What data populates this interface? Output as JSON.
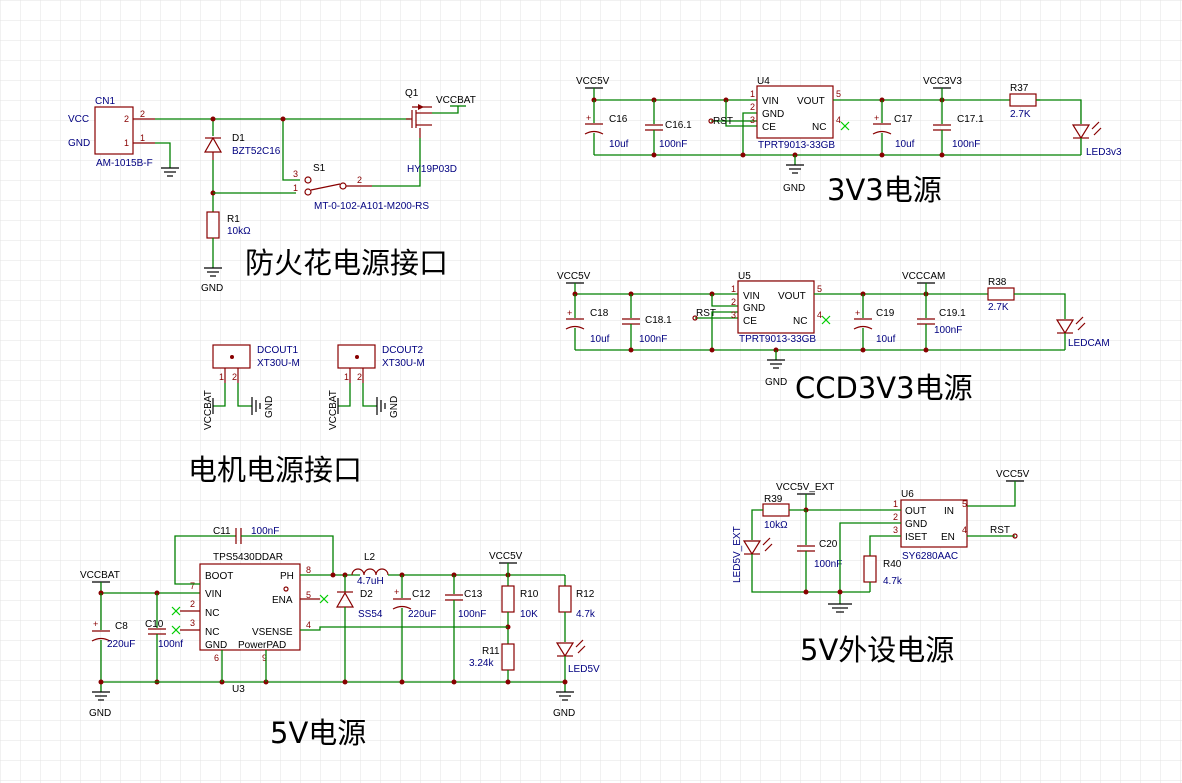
{
  "titles": {
    "spark": "防火花电源接口",
    "motor": "电机电源接口",
    "v5": "5V电源",
    "v33": "3V3电源",
    "ccd": "CCD3V3电源",
    "ext": "5V外设电源"
  },
  "cn1": {
    "ref": "CN1",
    "part": "AM-1015B-F",
    "vcc": "VCC",
    "gnd": "GND",
    "p2": "2",
    "p1": "1"
  },
  "d1": {
    "ref": "D1",
    "part": "BZT52C16"
  },
  "q1": {
    "ref": "Q1",
    "part": "HY19P03D"
  },
  "s1": {
    "ref": "S1",
    "part": "MT-0-102-A101-M200-RS",
    "p3": "3",
    "p1": "1",
    "p2": "2"
  },
  "r1": {
    "ref": "R1",
    "val": "10kΩ"
  },
  "dcout1": {
    "ref": "DCOUT1",
    "part": "XT30U-M"
  },
  "dcout2": {
    "ref": "DCOUT2",
    "part": "XT30U-M"
  },
  "u3": {
    "ref": "U3",
    "part": "TPS5430DDAR",
    "boot": "BOOT",
    "vin": "VIN",
    "nc1": "NC",
    "nc2": "NC",
    "gnd": "GND",
    "ph": "PH",
    "ena": "ENA",
    "vsense": "VSENSE",
    "pad": "PowerPAD",
    "p7": "7",
    "p2": "2",
    "p3": "3",
    "p6": "6",
    "p8": "8",
    "p5": "5",
    "p4": "4",
    "p9": "9"
  },
  "c11": {
    "ref": "C11",
    "val": "100nF"
  },
  "c8": {
    "ref": "C8",
    "val": "220uF"
  },
  "c10": {
    "ref": "C10",
    "val": "100nf"
  },
  "l2": {
    "ref": "L2",
    "val": "4.7uH"
  },
  "d2": {
    "ref": "D2",
    "part": "SS54"
  },
  "c12": {
    "ref": "C12",
    "val": "220uF"
  },
  "c13": {
    "ref": "C13",
    "val": "100nF"
  },
  "r10": {
    "ref": "R10",
    "val": "10K"
  },
  "r11": {
    "ref": "R11",
    "val": "3.24k"
  },
  "r12": {
    "ref": "R12",
    "val": "4.7k"
  },
  "led5v": "LED5V",
  "u4": {
    "ref": "U4",
    "part": "TPRT9013-33GB",
    "vin": "VIN",
    "gnd": "GND",
    "ce": "CE",
    "vout": "VOUT",
    "nc": "NC",
    "p1": "1",
    "p2": "2",
    "p3": "3",
    "p4": "4",
    "p5": "5"
  },
  "c16": {
    "ref": "C16",
    "val": "10uf"
  },
  "c161": {
    "ref": "C16.1",
    "val": "100nF"
  },
  "c17": {
    "ref": "C17",
    "val": "10uf"
  },
  "c171": {
    "ref": "C17.1",
    "val": "100nF"
  },
  "r37": {
    "ref": "R37",
    "val": "2.7K"
  },
  "led3v3": "LED3v3",
  "u5": {
    "ref": "U5",
    "part": "TPRT9013-33GB",
    "vin": "VIN",
    "gnd": "GND",
    "ce": "CE",
    "vout": "VOUT",
    "nc": "NC",
    "p1": "1",
    "p2": "2",
    "p3": "3",
    "p4": "4",
    "p5": "5"
  },
  "c18": {
    "ref": "C18",
    "val": "10uf"
  },
  "c181": {
    "ref": "C18.1",
    "val": "100nF"
  },
  "c19": {
    "ref": "C19",
    "val": "10uf"
  },
  "c191": {
    "ref": "C19.1",
    "val": "100nF"
  },
  "r38": {
    "ref": "R38",
    "val": "2.7K"
  },
  "ledcam": "LEDCAM",
  "u6": {
    "ref": "U6",
    "part": "SY6280AAC",
    "out": "OUT",
    "gnd": "GND",
    "iset": "ISET",
    "in": "IN",
    "en": "EN",
    "p1": "1",
    "p2": "2",
    "p3": "3",
    "p4": "4",
    "p5": "5"
  },
  "r39": {
    "ref": "R39",
    "val": "10kΩ"
  },
  "c20": {
    "ref": "C20",
    "val": "100nF"
  },
  "r40": {
    "ref": "R40",
    "val": "4.7k"
  },
  "led5vext": "LED5V_EXT",
  "nets": {
    "vcc5v": "VCC5V",
    "vccbat": "VCCBAT",
    "vcc3v3": "VCC3V3",
    "vcccam": "VCCCAM",
    "vcc5v_ext": "VCC5V_EXT",
    "gnd": "GND",
    "rst": "RST"
  },
  "colors": {
    "wire": "#008000",
    "part": "#880000",
    "label": "#000080",
    "grid": "#e3e3e3"
  }
}
